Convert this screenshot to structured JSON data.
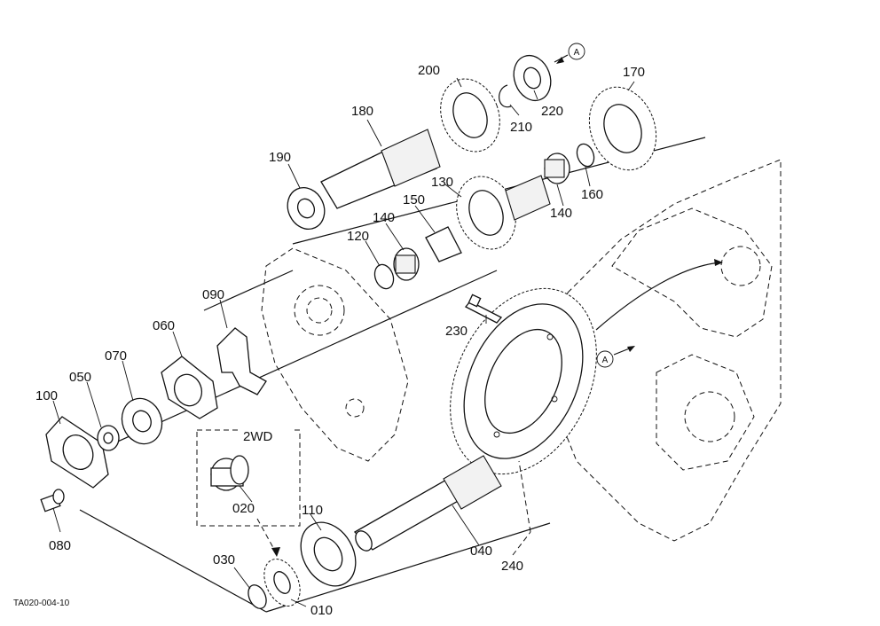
{
  "figure_code": "TA020-004-10",
  "box_label": "2WD",
  "arrow_ref": "A",
  "parts": {
    "p010": "010",
    "p020": "020",
    "p030": "030",
    "p040": "040",
    "p050": "050",
    "p060": "060",
    "p070": "070",
    "p080": "080",
    "p090": "090",
    "p100": "100",
    "p110": "110",
    "p120": "120",
    "p130": "130",
    "p140a": "140",
    "p140b": "140",
    "p150": "150",
    "p160": "160",
    "p170": "170",
    "p180": "180",
    "p190": "190",
    "p200": "200",
    "p210": "210",
    "p220": "220",
    "p230": "230",
    "p240": "240"
  }
}
